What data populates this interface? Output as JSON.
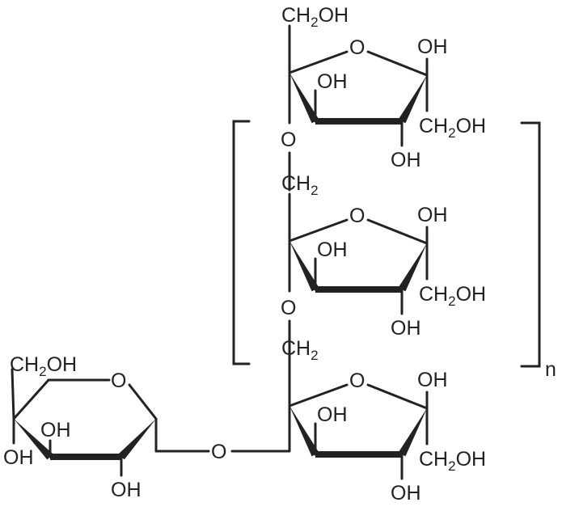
{
  "labels": {
    "ch2oh": [
      "CH",
      "2",
      "OH"
    ],
    "ch2": [
      "CH",
      "2"
    ],
    "oh": "OH",
    "o": "O",
    "repeat": "n"
  },
  "colors": {
    "ink": "#222222",
    "background": "#ffffff"
  }
}
